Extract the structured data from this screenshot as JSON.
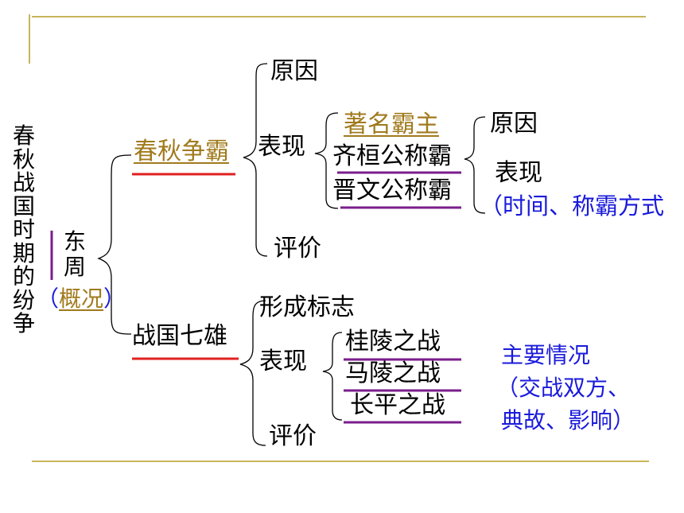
{
  "colors": {
    "frame": "#c9b55a",
    "brand_gold": "#a07a1c",
    "red_underline": "#e02020",
    "purple_underline": "#7a1e8c",
    "note_blue": "#1a1adc"
  },
  "title": {
    "chars": [
      "春",
      "秋",
      "战",
      "国",
      "时",
      "期",
      "的",
      "纷",
      "争"
    ]
  },
  "root": {
    "chars": [
      "东",
      "周"
    ],
    "overview_open": "（",
    "overview": "概况",
    "overview_close": "）"
  },
  "spring_autumn": {
    "label": "春秋争霸",
    "items": {
      "cause": "原因",
      "performance": "表现",
      "evaluation": "评价"
    },
    "hegemons": {
      "heading": "著名霸主",
      "first": "齐桓公称霸",
      "second": "晋文公称霸"
    },
    "hegemon_detail": {
      "cause": "原因",
      "performance": "表现",
      "note": "（时间、称霸方式"
    }
  },
  "warring_states": {
    "label": "战国七雄",
    "items": {
      "sign": "形成标志",
      "performance": "表现",
      "evaluation": "评价"
    },
    "battles": [
      "桂陵之战",
      "马陵之战",
      "长平之战"
    ],
    "note": {
      "line1": "主要情况",
      "line2": "（交战双方、",
      "line3": "典故、影响）"
    }
  }
}
